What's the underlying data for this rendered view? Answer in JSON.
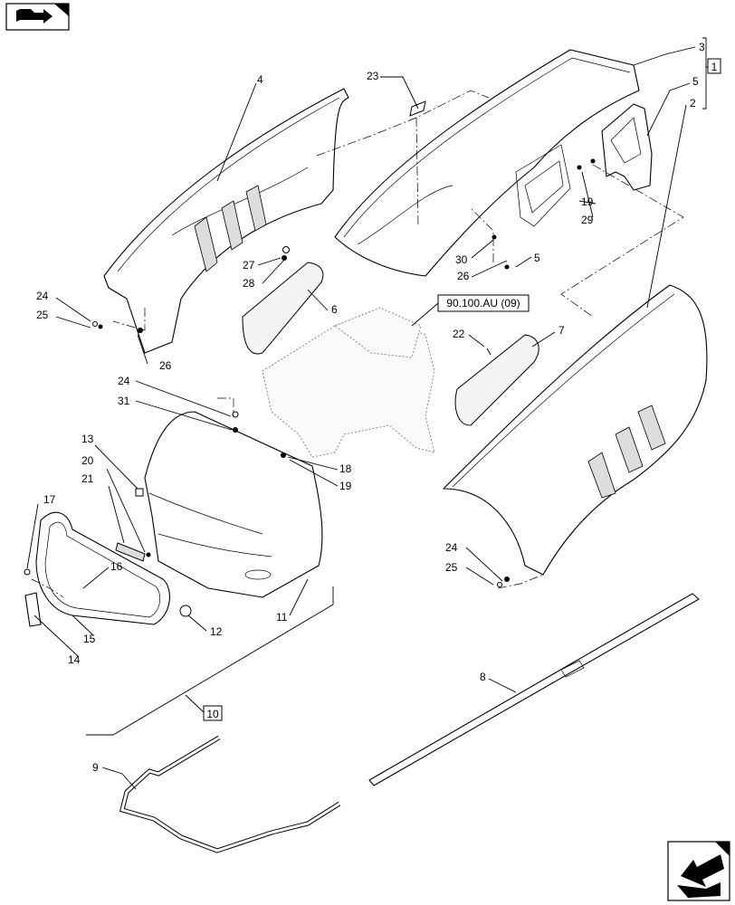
{
  "callouts": {
    "c1": "1",
    "c2": "2",
    "c3": "3",
    "c4": "4",
    "c5a": "5",
    "c5b": "5",
    "c6": "6",
    "c7": "7",
    "c8": "8",
    "c9": "9",
    "c10": "10",
    "c11": "11",
    "c12": "12",
    "c13": "13",
    "c14": "14",
    "c15": "15",
    "c16": "16",
    "c17": "17",
    "c18": "18",
    "c19a": "19",
    "c19b": "19",
    "c20": "20",
    "c21": "21",
    "c22": "22",
    "c23": "23",
    "c24a": "24",
    "c24b": "24",
    "c24c": "24",
    "c25a": "25",
    "c25b": "25",
    "c26a": "26",
    "c26b": "26",
    "c27": "27",
    "c28": "28",
    "c29": "29",
    "c30": "30",
    "c31": "31"
  },
  "reference": "90.100.AU (09)",
  "icons": {
    "top_left": "book-arrow-icon",
    "bottom_right": "next-page-arrow-icon"
  }
}
